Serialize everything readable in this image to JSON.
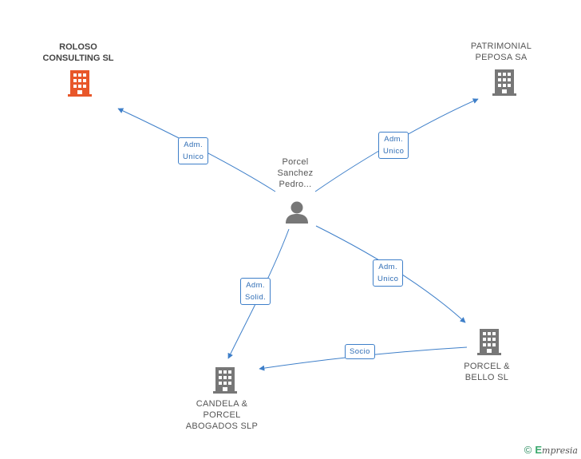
{
  "nodes": {
    "roloso": {
      "lines": [
        "ROLOSO",
        "CONSULTING SL"
      ],
      "color": "#e8572a",
      "icon": "building-icon"
    },
    "patrimonial": {
      "lines": [
        "PATRIMONIAL",
        "PEPOSA SA"
      ],
      "color": "#777777",
      "icon": "building-icon"
    },
    "person": {
      "lines": [
        "Porcel",
        "Sanchez",
        "Pedro..."
      ],
      "color": "#777777",
      "icon": "person-icon"
    },
    "candela": {
      "lines": [
        "CANDELA &",
        "PORCEL",
        "ABOGADOS  SLP"
      ],
      "color": "#777777",
      "icon": "building-icon"
    },
    "porcel_bello": {
      "lines": [
        "PORCEL &",
        "BELLO SL"
      ],
      "color": "#777777",
      "icon": "building-icon"
    }
  },
  "edges": [
    {
      "from": "person",
      "to": "roloso",
      "label": [
        "Adm.",
        "Unico"
      ]
    },
    {
      "from": "person",
      "to": "patrimonial",
      "label": [
        "Adm.",
        "Unico"
      ]
    },
    {
      "from": "person",
      "to": "candela",
      "label": [
        "Adm.",
        "Solid."
      ]
    },
    {
      "from": "person",
      "to": "porcel_bello",
      "label": [
        "Adm.",
        "Unico"
      ]
    },
    {
      "from": "porcel_bello",
      "to": "candela",
      "label": [
        "Socio"
      ]
    }
  ],
  "colors": {
    "edge": "#3e7fc9",
    "highlight": "#e8572a",
    "node": "#777777"
  },
  "footer": {
    "copyright": "©",
    "brand_first": "E",
    "brand_rest": "mpresia"
  }
}
